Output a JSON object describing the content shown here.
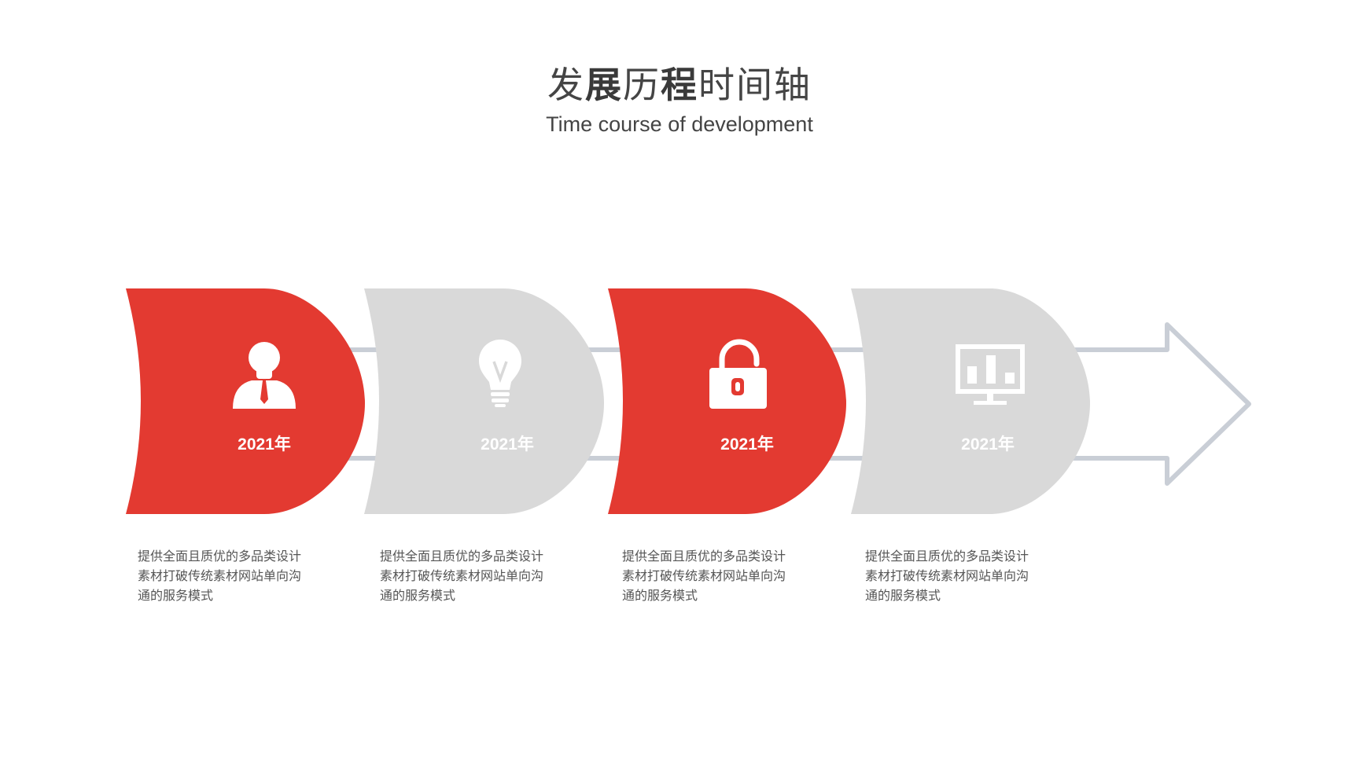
{
  "title": {
    "part1": "发",
    "part2": "展",
    "part3": "历",
    "part4": "程",
    "part5": "时间轴"
  },
  "subtitle": "Time course of development",
  "colors": {
    "active": "#e33a31",
    "inactive": "#d9d9d9",
    "arrow": "#c9ced6",
    "icon": "#ffffff"
  },
  "steps": [
    {
      "year": "2021年",
      "icon": "person-icon",
      "active": true,
      "desc": [
        "提供全面且质优的多品类设计",
        "素材打破传统素材网站单向沟",
        "通的服务模式"
      ]
    },
    {
      "year": "2021年",
      "icon": "lightbulb-icon",
      "active": false,
      "desc": [
        "提供全面且质优的多品类设计",
        "素材打破传统素材网站单向沟",
        "通的服务模式"
      ]
    },
    {
      "year": "2021年",
      "icon": "unlock-icon",
      "active": true,
      "desc": [
        "提供全面且质优的多品类设计",
        "素材打破传统素材网站单向沟",
        "通的服务模式"
      ]
    },
    {
      "year": "2021年",
      "icon": "monitor-chart-icon",
      "active": false,
      "desc": [
        "提供全面且质优的多品类设计",
        "素材打破传统素材网站单向沟",
        "通的服务模式"
      ]
    }
  ]
}
